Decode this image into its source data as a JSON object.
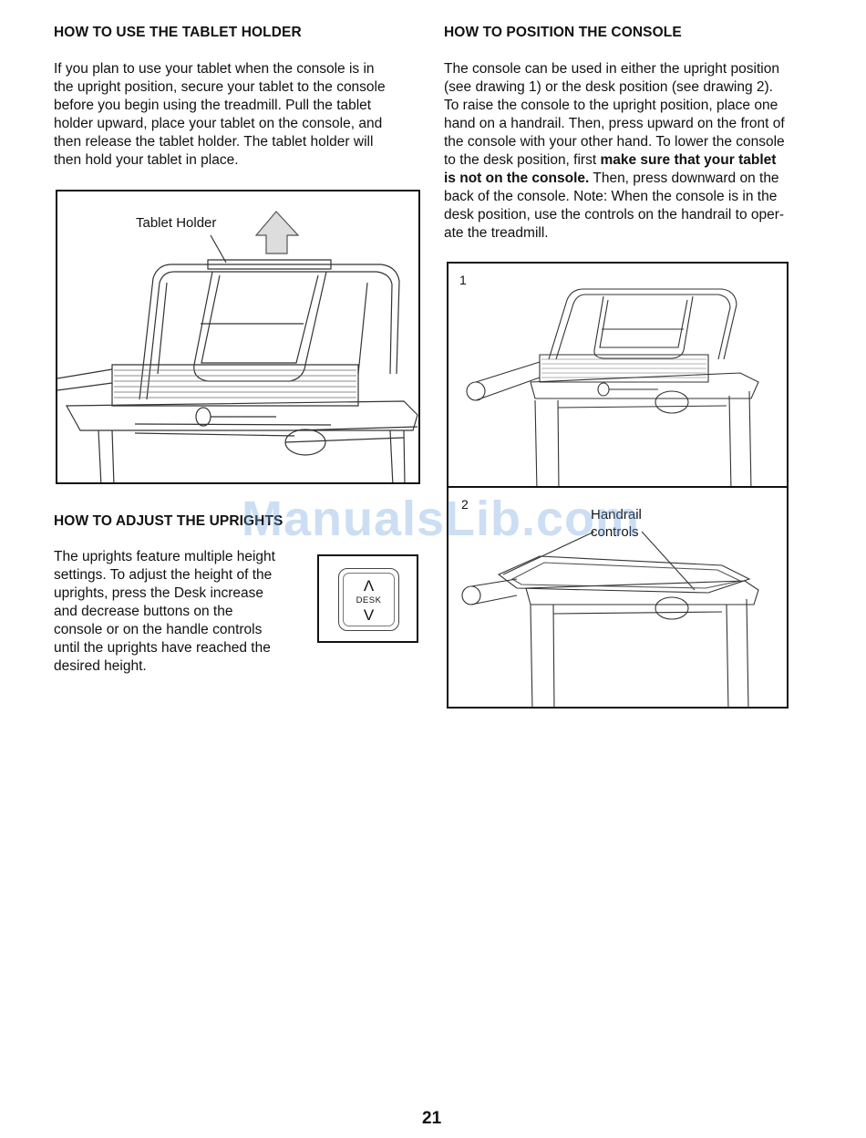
{
  "left": {
    "tablet_heading": "HOW TO USE THE TABLET HOLDER",
    "tablet_lines": [
      "If you plan to use your tablet when the console is in",
      "the upright position, secure your tablet to the console",
      "before you begin using the treadmill. Pull the tablet",
      "holder upward, place your tablet on the console, and",
      "then release the tablet holder. The tablet holder will",
      "then hold your tablet in place."
    ],
    "figure_label": "Tablet Holder",
    "uprights_heading": "HOW TO ADJUST THE UPRIGHTS",
    "uprights_lines": [
      "The uprights feature multiple height",
      "settings. To adjust the height of the",
      "uprights, press the Desk increase",
      "and decrease buttons on the",
      "console or on the handle controls",
      "until the uprights have reached the",
      "desired height."
    ],
    "desk_button": {
      "up_symbol": "Λ",
      "label": "DESK",
      "down_symbol": "V"
    }
  },
  "right": {
    "console_heading": "HOW TO POSITION THE CONSOLE",
    "console_lines": [
      "The console can be used in either the upright position",
      "(see drawing 1) or the desk position (see drawing 2).",
      "To raise the console to the upright position, place one",
      "hand on a handrail. Then, press upward on the front of",
      "the console with your other hand. To lower the console",
      "to the desk position, first "
    ],
    "console_bold_1": "make sure that your tablet",
    "console_bold_2": "is not on the console.",
    "console_after_bold": " Then, press downward on the",
    "console_tail_lines": [
      "back of the console. Note: When the console is in the",
      "desk position, use the controls on the handrail to oper-",
      "ate the treadmill."
    ],
    "drawing1_number": "1",
    "drawing2_number": "2",
    "drawing2_label_line1": "Handrail",
    "drawing2_label_line2": "controls"
  },
  "watermark": "ManualsLib.com",
  "page_number": "21"
}
